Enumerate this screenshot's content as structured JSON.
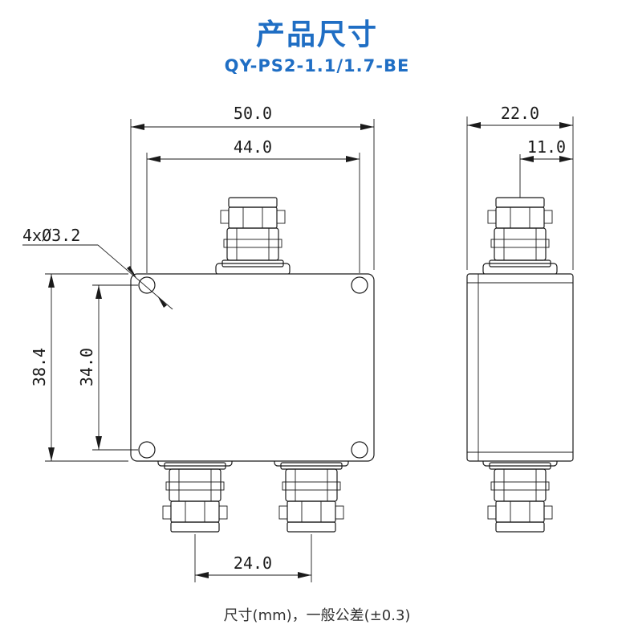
{
  "header": {
    "title": "产品尺寸",
    "model": "QY-PS2-1.1/1.7-BE"
  },
  "dimensions": {
    "total_width": "50.0",
    "hole_spacing_x": "44.0",
    "hole_spec": "4xØ3.2",
    "total_height": "38.4",
    "hole_spacing_y": "34.0",
    "connector_spacing": "24.0",
    "side_width": "22.0",
    "side_half": "11.0"
  },
  "footer": {
    "note": "尺寸(mm)，一般公差(±0.3)"
  },
  "colors": {
    "accent": "#1f6ec4",
    "line": "#1a1a1a"
  }
}
